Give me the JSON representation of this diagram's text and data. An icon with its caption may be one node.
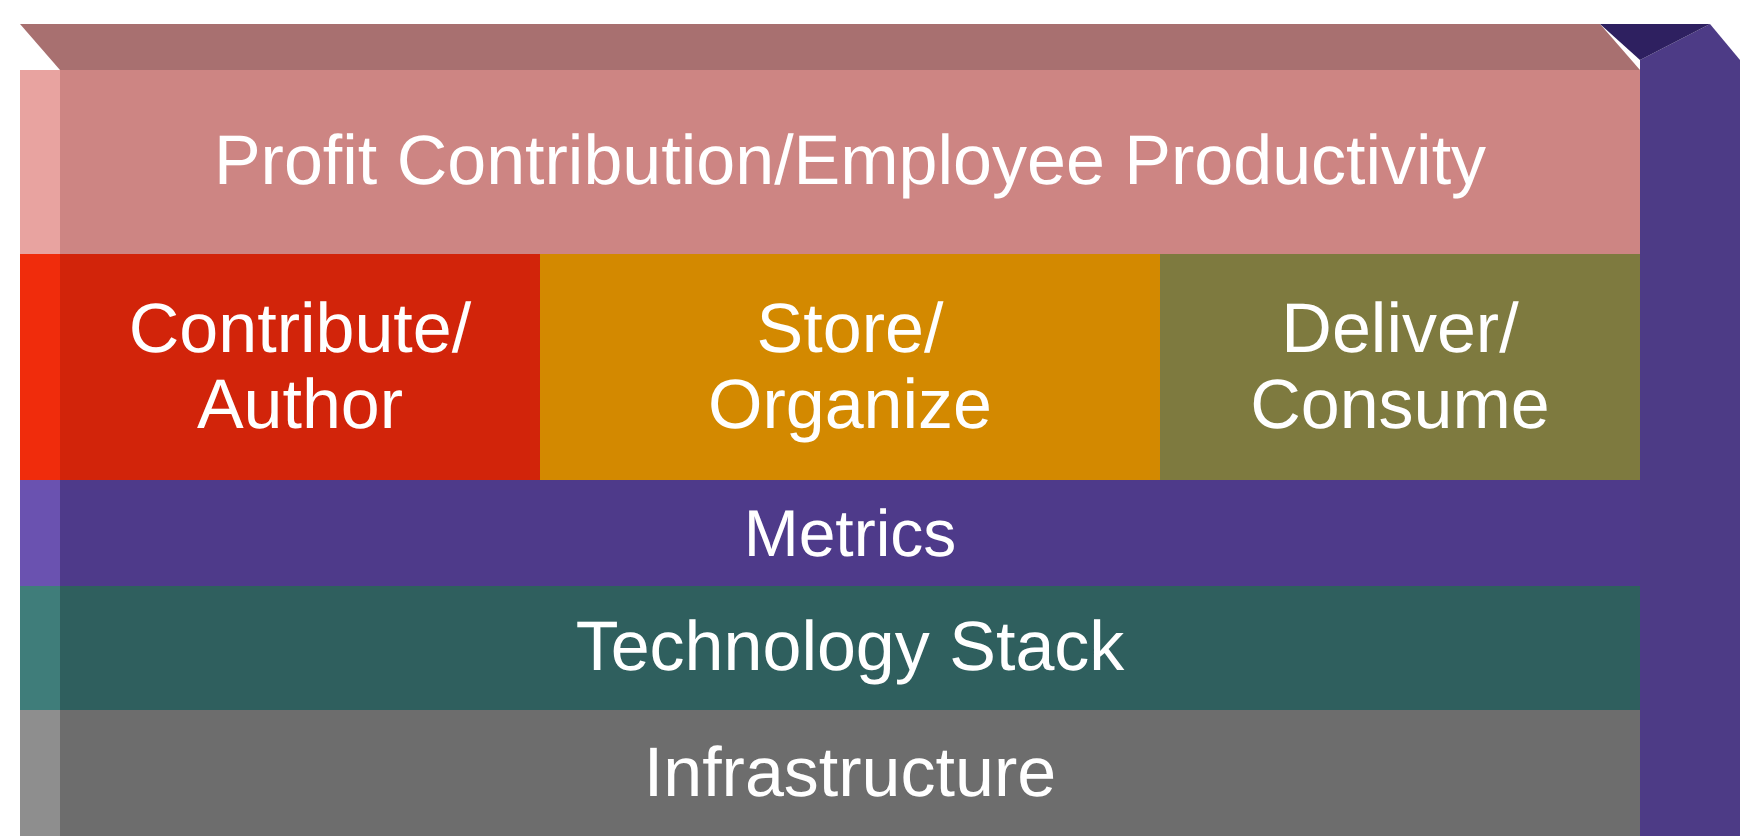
{
  "diagram": {
    "nodes": [
      {
        "text": [
          "Profit Contribution/Employee Productivity"
        ]
      },
      {
        "text": [
          "Contribute/ Author"
        ]
      },
      {
        "text": [
          "Store/ Organize"
        ]
      },
      {
        "text": [
          "Deliver/ Consume"
        ]
      },
      {
        "text": [
          "Metrics"
        ]
      },
      {
        "text": [
          "Technology Stack"
        ]
      },
      {
        "text": [
          "Infrastructure"
        ]
      }
    ]
  }
}
